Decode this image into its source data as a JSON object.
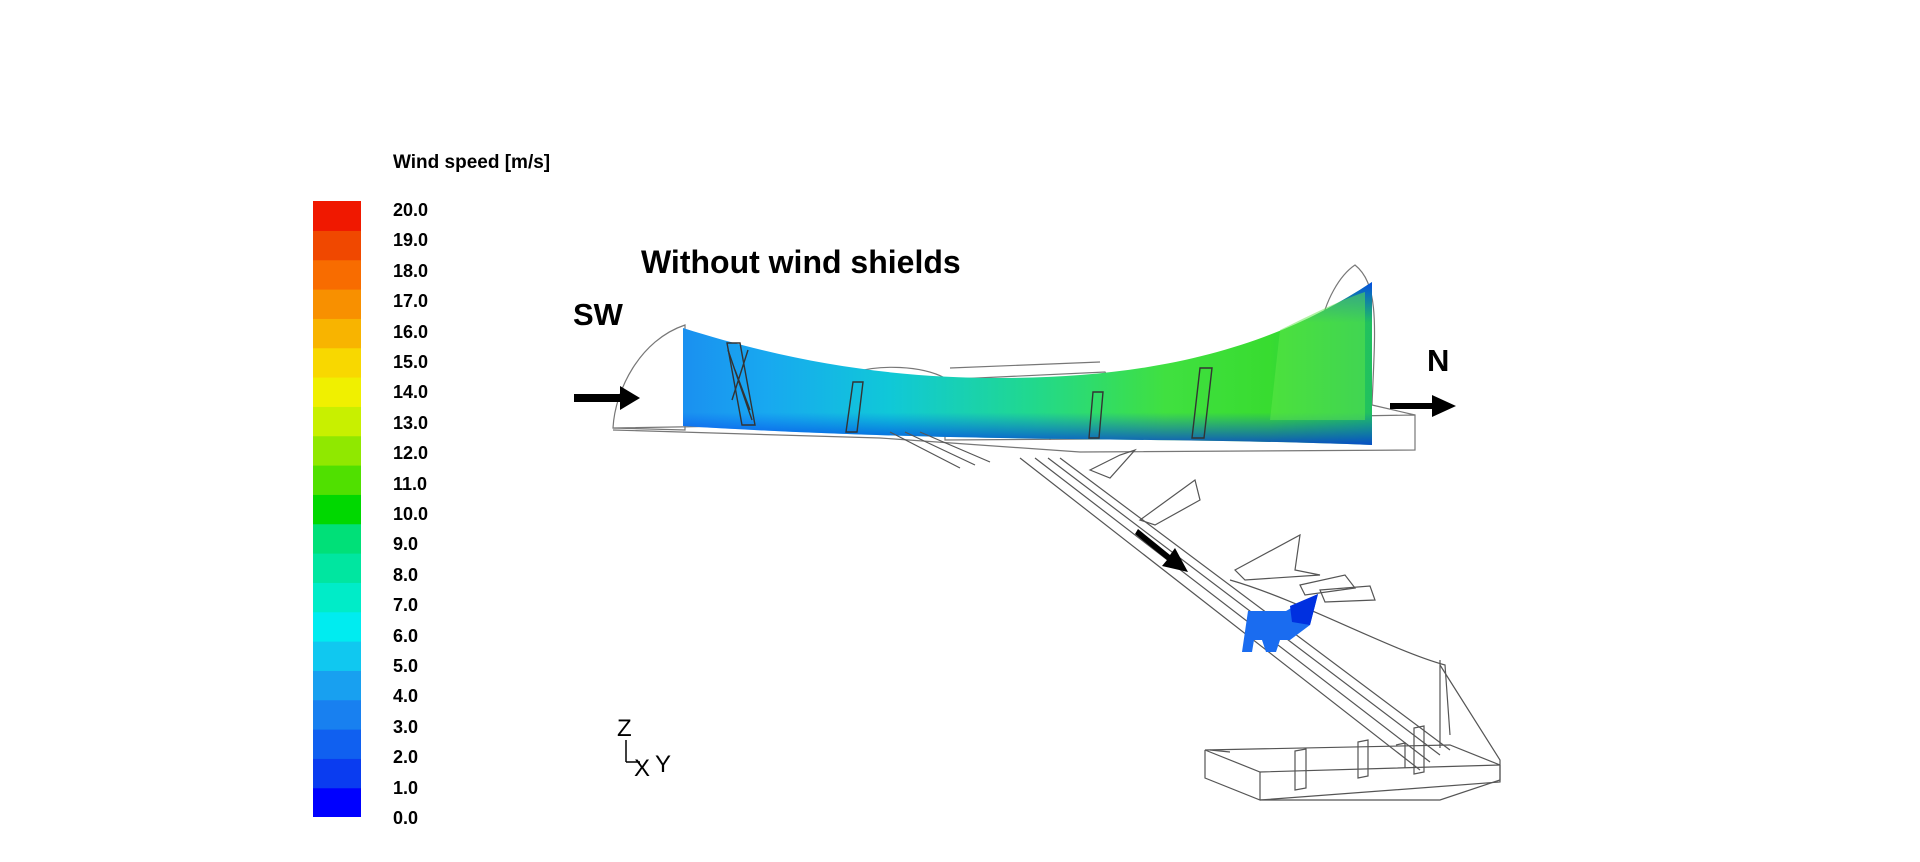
{
  "colorbar": {
    "title": "Wind speed [m/s]",
    "min": 0.0,
    "max": 20.0,
    "ticks": [
      "20.0",
      "19.0",
      "18.0",
      "17.0",
      "16.0",
      "15.0",
      "14.0",
      "13.0",
      "12.0",
      "11.0",
      "10.0",
      "9.0",
      "8.0",
      "7.0",
      "6.0",
      "5.0",
      "4.0",
      "3.0",
      "2.0",
      "1.0",
      "0.0"
    ],
    "colors": [
      "#0000ff",
      "#0a3cf0",
      "#1060f0",
      "#1880f0",
      "#18a0f0",
      "#10c8f0",
      "#00ecf0",
      "#00ecc8",
      "#00e6a0",
      "#00e078",
      "#00d800",
      "#50e000",
      "#90e800",
      "#c8f000",
      "#f0f000",
      "#f8d800",
      "#f8b400",
      "#f89000",
      "#f86c00",
      "#f04800",
      "#f01800"
    ]
  },
  "scene": {
    "title": "Without wind shields",
    "direction_labels": {
      "sw": "SW",
      "n": "N"
    },
    "axes": {
      "z": "Z",
      "x": "X",
      "y": "Y"
    }
  }
}
